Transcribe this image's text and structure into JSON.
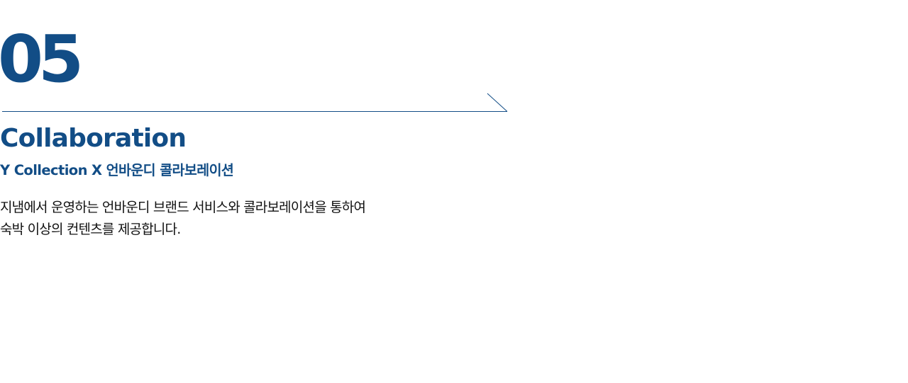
{
  "section": {
    "number": "05",
    "title": "Collaboration",
    "subtitle": "Y Collection X 언바운디 콜라보레이션",
    "description": [
      "지냄에서 운영하는 언바운디 브랜드 서비스와 콜라보레이션을 통하여",
      "숙박 이상의 컨텐츠를 제공합니다."
    ]
  },
  "colors": {
    "accent": "#124d86",
    "text": "#111111",
    "background": "#ffffff"
  }
}
